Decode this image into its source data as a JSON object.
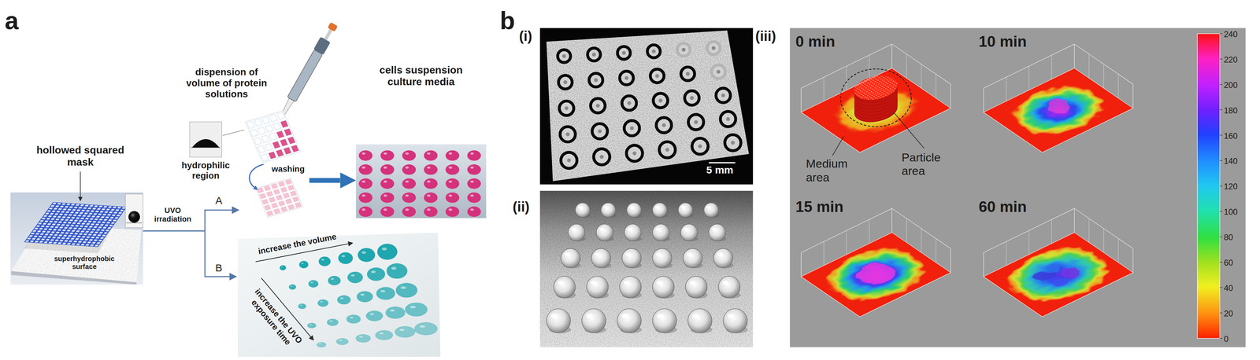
{
  "diagram": {
    "nodes": [
      {
        "text": [
          "hollowed squared mask",
          "superhydrophobic surface"
        ]
      },
      {
        "text": [
          "dispension of volume of protein solutions"
        ]
      },
      {
        "text": [
          "cells suspension culture media"
        ]
      },
      {
        "text": [
          "increase the volume",
          "increase the UVO exposure time"
        ]
      },
      {
        "text": [
          "(i)",
          "5 mm"
        ]
      },
      {
        "text": [
          "(ii)"
        ]
      },
      {
        "text": [
          "(iii)"
        ]
      }
    ],
    "edges": [
      {
        "from": 0,
        "to": 1,
        "label": "A",
        "arrow": "to"
      },
      {
        "from": 0,
        "to": 3,
        "label": "B",
        "arrow": "to"
      },
      {
        "from": 1,
        "to": 2,
        "arrow": "to"
      }
    ],
    "labels": [
      "a",
      "UVO irradiation",
      "hydrophilic region",
      "washing",
      "b",
      "0 min",
      "10 min",
      "Medium area",
      "Particle area",
      "15 min",
      "60 min",
      "240",
      "220",
      "200",
      "180",
      "160",
      "140",
      "120",
      "100",
      "80",
      "60",
      "40",
      "20",
      "0"
    ]
  }
}
